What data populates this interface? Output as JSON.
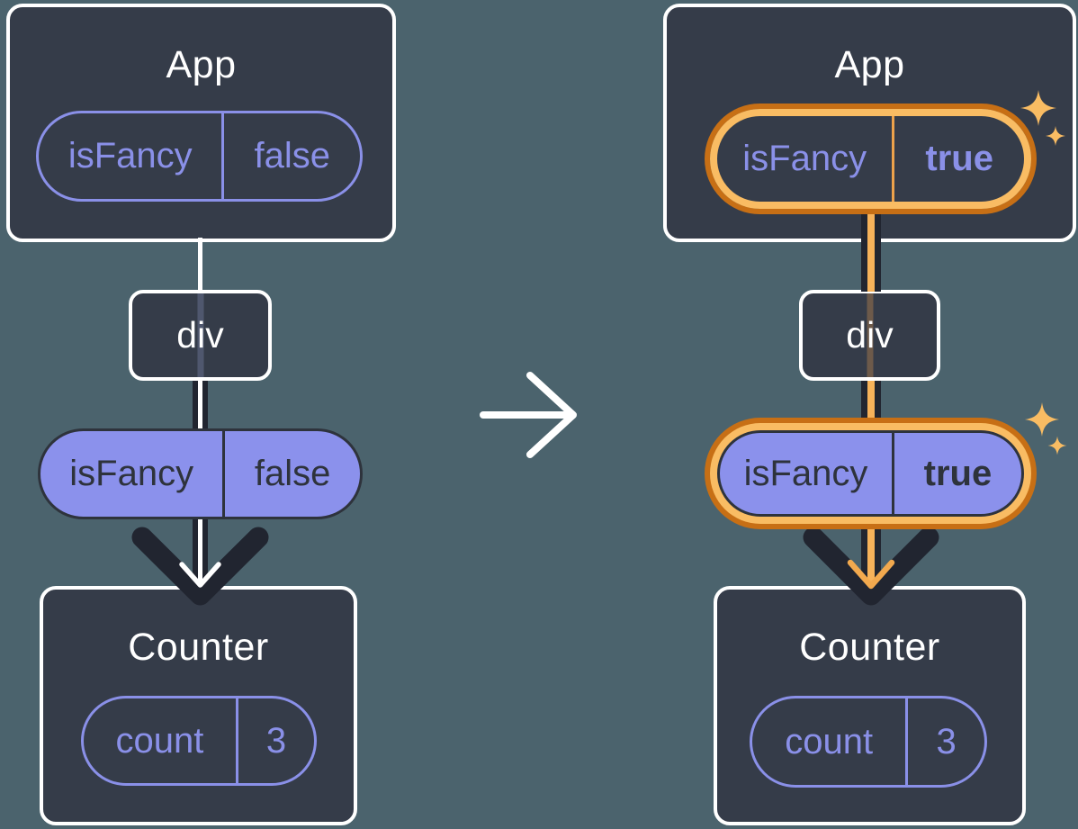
{
  "colors": {
    "background": "#4b636d",
    "card_fill": "#353c49",
    "card_border": "#ffffff",
    "accent_purple": "#8a90e8",
    "pill_fill_purple": "#8b91ec",
    "dark_ink": "#212530",
    "highlight_orange_dark": "#c76f15",
    "highlight_orange_light": "#f9bc63",
    "arrow_orange": "#f2a94e"
  },
  "center_arrow": {
    "icon": "arrow-right-icon"
  },
  "diagram": {
    "sparkle_icon": "sparkle-icon",
    "panels": [
      {
        "id": "before",
        "app": {
          "title": "App",
          "state_pill": {
            "key": "isFancy",
            "value": "false",
            "highlighted": false
          }
        },
        "div_node": {
          "label": "div"
        },
        "prop_pill": {
          "key": "isFancy",
          "value": "false",
          "highlighted": false
        },
        "counter": {
          "title": "Counter",
          "state_pill": {
            "key": "count",
            "value": "3"
          }
        }
      },
      {
        "id": "after",
        "app": {
          "title": "App",
          "state_pill": {
            "key": "isFancy",
            "value": "true",
            "highlighted": true
          }
        },
        "div_node": {
          "label": "div"
        },
        "prop_pill": {
          "key": "isFancy",
          "value": "true",
          "highlighted": true
        },
        "counter": {
          "title": "Counter",
          "state_pill": {
            "key": "count",
            "value": "3"
          }
        }
      }
    ]
  }
}
